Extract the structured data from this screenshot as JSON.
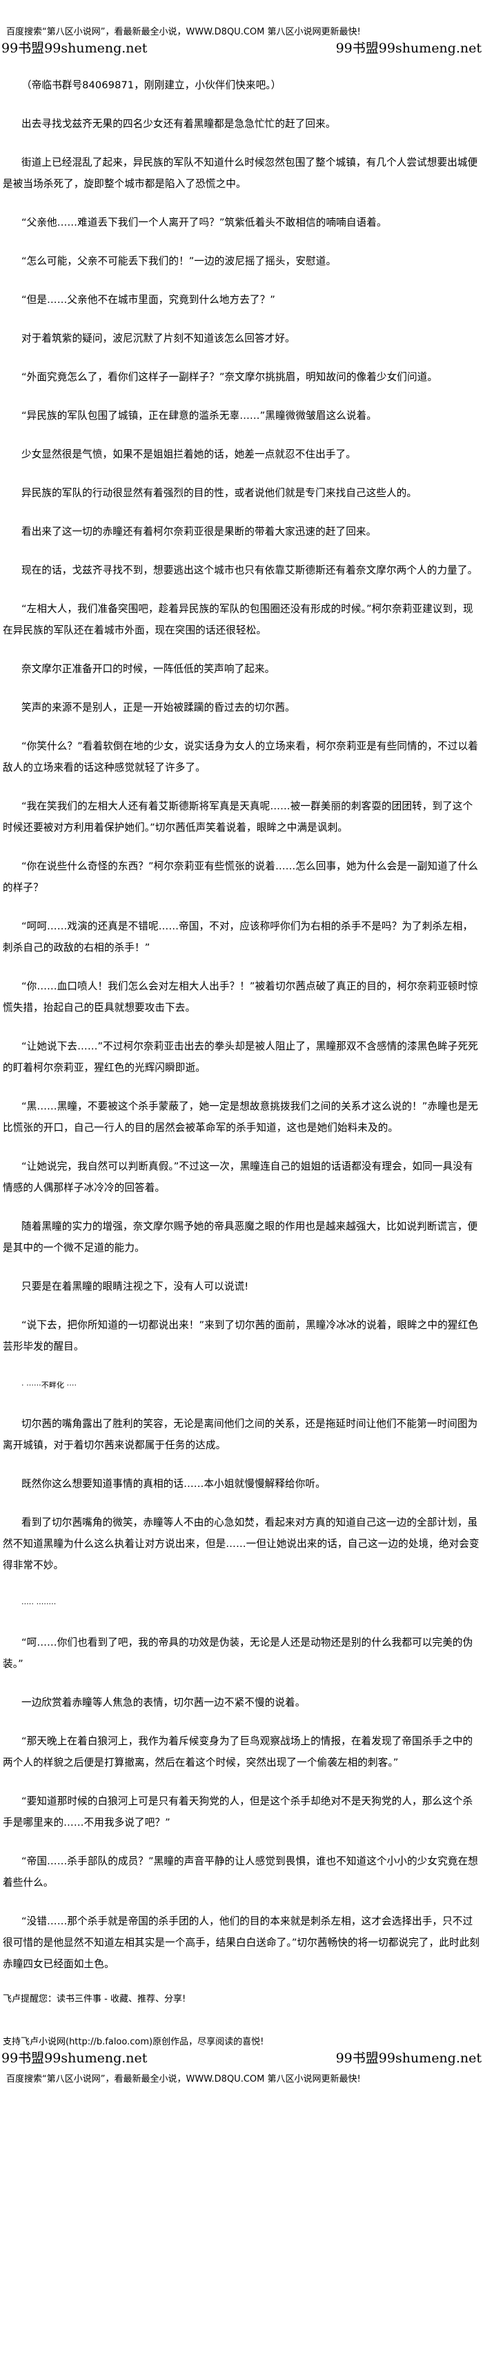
{
  "header": {
    "ad_text": "百度搜索“第八区小说网”，看最新最全小说，WWW.D8QU.COM  第八区小说网更新最快!",
    "watermark_left": "99书盟99shumeng.net",
    "watermark_right": "99书盟99shumeng.net"
  },
  "paragraphs": [
    "（帝临书群号84069871，刚刚建立，小伙伴们快来吧。）",
    "出去寻找戈兹齐无果的四名少女还有着黑瞳都是急急忙忙的赶了回来。",
    "街道上已经混乱了起来，异民族的军队不知道什么时候忽然包围了整个城镇，有几个人尝试想要出城便是被当场杀死了，旋即整个城市都是陷入了恐慌之中。",
    "“父亲他……难道丢下我们一个人离开了吗？”筑紫低着头不敢相信的喃喃自语着。",
    "“怎么可能，父亲不可能丢下我们的！”一边的波尼摇了摇头，安慰道。",
    "“但是……父亲他不在城市里面，究竟到什么地方去了？”",
    "对于着筑紫的疑问，波尼沉默了片刻不知道该怎么回答才好。",
    "“外面究竟怎么了，看你们这样子一副样子？”奈文摩尔挑挑眉，明知故问的像着少女们问道。",
    "“异民族的军队包围了城镇，正在肆意的滥杀无辜……”黑瞳微微皱眉这么说着。",
    "少女显然很是气愤，如果不是姐姐拦着她的话，她差一点就忍不住出手了。",
    "异民族的军队的行动很显然有着强烈的目的性，或者说他们就是专门来找自己这些人的。",
    "看出来了这一切的赤瞳还有着柯尔奈莉亚很是果断的带着大家迅速的赶了回来。",
    "现在的话，戈兹齐寻找不到，想要逃出这个城市也只有依靠艾斯德斯还有着奈文摩尔两个人的力量了。",
    "“左相大人，我们准备突围吧，趁着异民族的军队的包围圈还没有形成的时候。”柯尔奈莉亚建议到，现在异民族的军队还在着城市外面，现在突围的话还很轻松。",
    "奈文摩尔正准备开口的时候，一阵低低的笑声响了起来。",
    "笑声的来源不是别人，正是一开始被蹂躏的昏过去的切尔茜。",
    "“你笑什么？”看着软倒在地的少女，说实话身为女人的立场来看，柯尔奈莉亚是有些同情的，不过以着敌人的立场来看的话这种感觉就轻了许多了。",
    "“我在笑我们的左相大人还有着艾斯德斯将军真是天真呢……被一群美丽的刺客耍的团团转，到了这个时候还要被对方利用着保护她们。”切尔茜低声笑着说着，眼眸之中满是讽刺。",
    "“你在说些什么奇怪的东西？”柯尔奈莉亚有些慌张的说着……怎么回事，她为什么会是一副知道了什么的样子？",
    "“呵呵……戏演的还真是不错呢……帝国，不对，应该称呼你们为右相的杀手不是吗？为了刺杀左相，刺杀自己的政敌的右相的杀手！”",
    "“你……血口喷人！我们怎么会对左相大人出手？！”被着切尔茜点破了真正的目的，柯尔奈莉亚顿时惊慌失措，抬起自己的臣具就想要攻击下去。",
    "“让她说下去……”不过柯尔奈莉亚击出去的拳头却是被人阻止了，黑瞳那双不含感情的漆黑色眸子死死的盯着柯尔奈莉亚，猩红色的光辉闪瞬即逝。",
    "“黑……黑瞳，不要被这个杀手蒙蔽了，她一定是想故意挑拨我们之间的关系才这么说的！”赤瞳也是无比慌张的开口，自己一行人的目的居然会被革命军的杀手知道，这也是她们始料未及的。",
    "“让她说完，我自然可以判断真假。”不过这一次，黑瞳连自己的姐姐的话语都没有理会，如同一具没有情感的人偶那样子冰冷冷的回答着。",
    "随着黑瞳的实力的增强，奈文摩尔赐予她的帝具恶魔之眼的作用也是越来越强大，比如说判断谎言，便是其中的一个微不足道的能力。",
    "只要是在着黑瞳的眼睛注视之下，没有人可以说谎!",
    "“说下去，把你所知道的一切都说出来！”来到了切尔茜的面前，黑瞳冷冰冰的说着，眼眸之中的猩红色芸形毕发的醒目。",
    "·  ······不畔化  ····",
    "切尔茜的嘴角露出了胜利的笑容，无论是离间他们之间的关系，还是拖延时间让他们不能第一时间图为离开城镇，对于着切尔茜来说都属于任务的达成。",
    "既然你这么想要知道事情的真相的话……本小姐就慢慢解释给你听。",
    "看到了切尔茜嘴角的微笑，赤瞳等人不由的心急如焚，看起来对方真的知道自己这一边的全部计划，虽然不知道黑瞳为什么这么执着让对方说出来，但是……一但让她说出来的话，自己这一边的处境，绝对会变得非常不妙。",
    "····· ········",
    "“呵……你们也看到了吧，我的帝具的功效是伪装，无论是人还是动物还是别的什么我都可以完美的伪装。”",
    "一边欣赏着赤瞳等人焦急的表情，切尔茜一边不紧不慢的说着。",
    "“那天晚上在着白狼河上，我作为着斥候变身为了巨鸟观察战场上的情报，在着发现了帝国杀手之中的两个人的样貌之后便是打算撤离，然后在着这个时候，突然出现了一个偷袭左相的刺客。”",
    "“要知道那时候的白狼河上可是只有着天狗党的人，但是这个杀手却绝对不是天狗党的人，那么这个杀手是哪里来的……不用我多说了吧？”",
    "“帝国……杀手部队的成员？”黑瞳的声音平静的让人感觉到畏惧，谁也不知道这个小小的少女究竟在想着些什么。",
    "“没错……那个杀手就是帝国的杀手团的人，他们的目的本来就是刺杀左相，这才会选择出手，只不过很可惜的是他显然不知道左相其实是一个高手，结果白白送命了。”切尔茜畅快的将一切都说完了，此时此刻赤瞳四女已经面如土色。"
  ],
  "footer": {
    "reminder": "飞卢提醒您：读书三件事 - 收藏、推荐、分享!",
    "support": "支持飞卢小说网(http://b.faloo.com)原创作品，尽享阅读的喜悦!",
    "watermark_left": "99书盟99shumeng.net",
    "watermark_right": "99书盟99shumeng.net",
    "ad_text": "百度搜索“第八区小说网”，看最新最全小说，WWW.D8QU.COM  第八区小说网更新最快!"
  }
}
